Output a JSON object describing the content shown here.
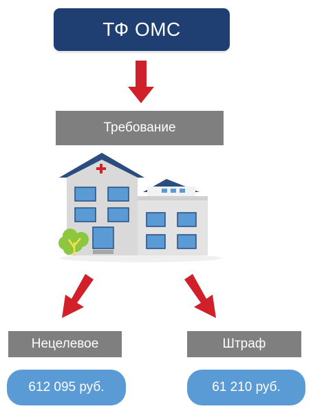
{
  "top": {
    "label": "ТФ ОМС"
  },
  "requirement": {
    "label": "Требование"
  },
  "left": {
    "label": "Нецелевое",
    "amount": "612 095 руб."
  },
  "right": {
    "label": "Штраф",
    "amount": "61 210 руб."
  },
  "colors": {
    "top_box": "#1f3f73",
    "gray_box": "#7f7f7f",
    "pill": "#5b9bd5",
    "arrow": "#d0202a",
    "roof": "#2b4c7e",
    "wall": "#d9d9d9",
    "window": "#5b9bd5",
    "tree": "#8dc63f"
  }
}
